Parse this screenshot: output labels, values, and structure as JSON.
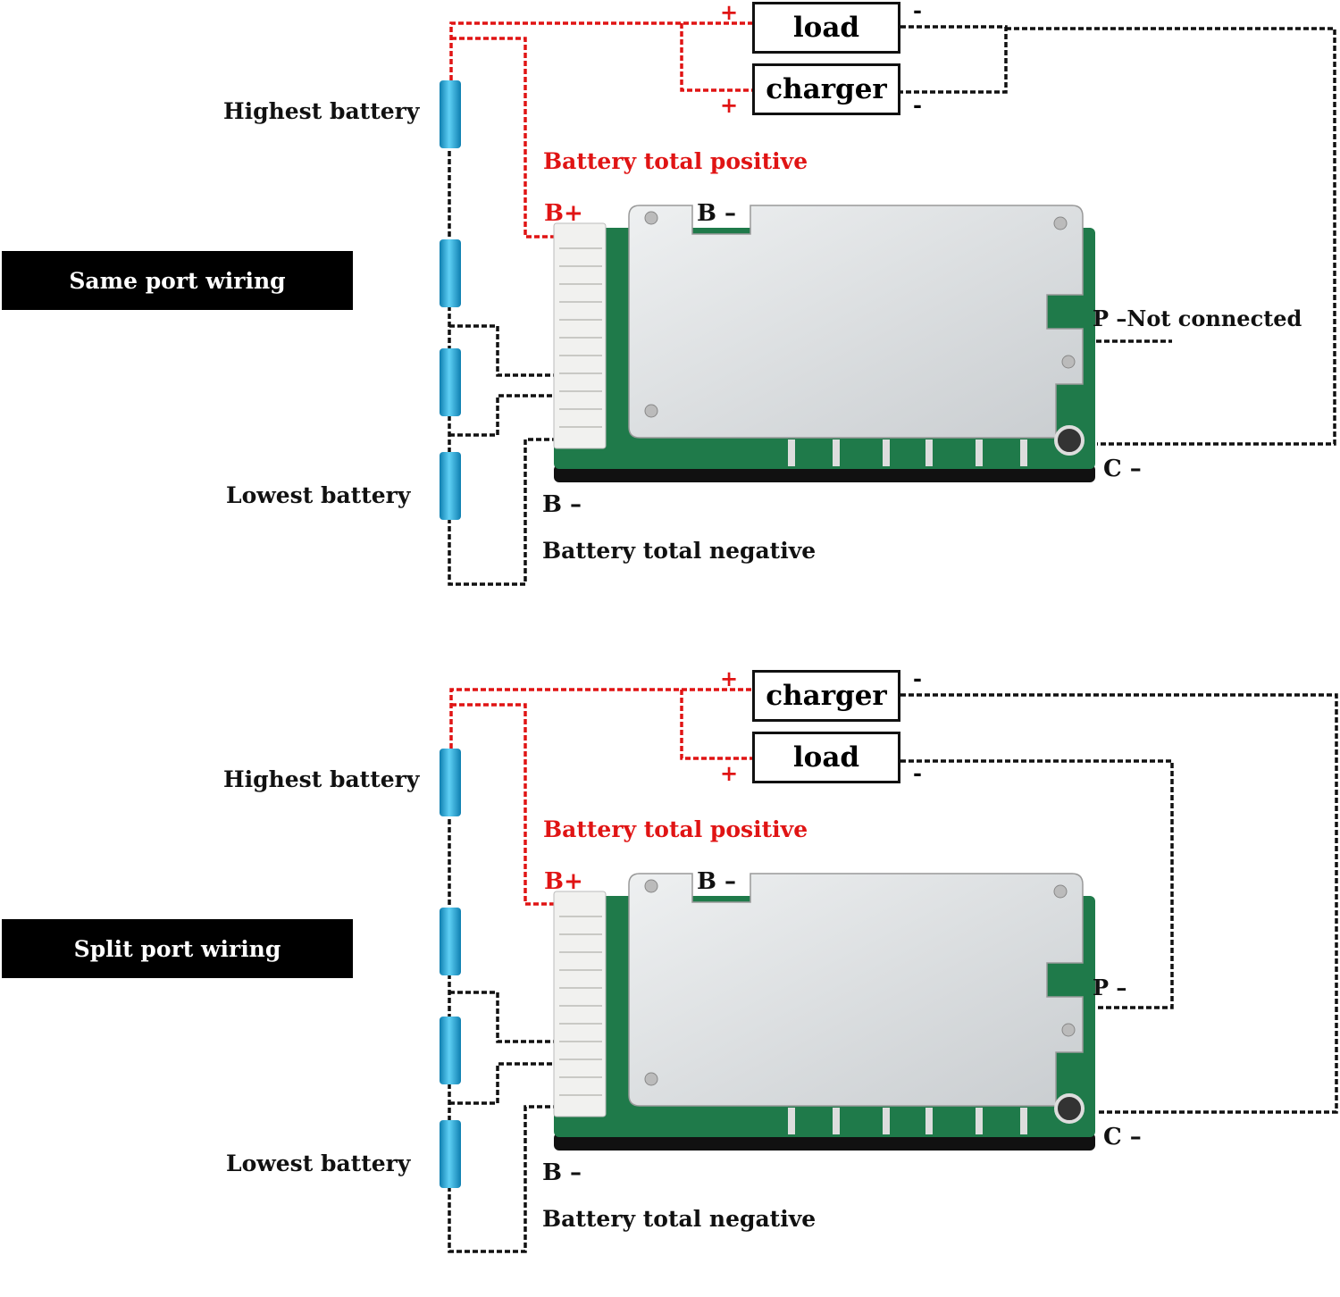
{
  "panels": [
    {
      "title": "Same port wiring",
      "highest_battery": "Highest battery",
      "lowest_battery": "Lowest battery",
      "battery_total_positive": "Battery total positive",
      "battery_total_negative": "Battery total negative",
      "b_plus": "B+",
      "b_minus_top": "B –",
      "b_minus_bottom": "B –",
      "p_minus": "P –Not connected",
      "c_minus": "C –",
      "box_upper": "load",
      "box_lower": "charger",
      "plus_sign": "+",
      "minus_sign": "-"
    },
    {
      "title": "Split port wiring",
      "highest_battery": "Highest battery",
      "lowest_battery": "Lowest battery",
      "battery_total_positive": "Battery total positive",
      "battery_total_negative": "Battery total negative",
      "b_plus": "B+",
      "b_minus_top": "B –",
      "b_minus_bottom": "B –",
      "p_minus": "P –",
      "c_minus": "C –",
      "box_upper": "charger",
      "box_lower": "load",
      "plus_sign": "+",
      "minus_sign": "-"
    }
  ],
  "colors": {
    "positive_wire": "#e01414",
    "negative_wire": "#111111",
    "battery": "#1fa6d8",
    "pcb": "#1f7a4a",
    "heatsink": "#d9dcde"
  }
}
